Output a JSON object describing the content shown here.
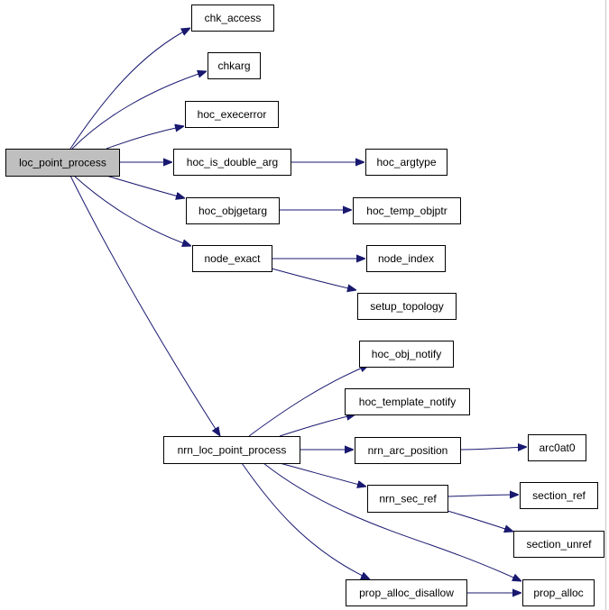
{
  "graph": {
    "root": "loc_point_process",
    "nodes": [
      {
        "id": "loc_point_process",
        "label": "loc_point_process",
        "highlight": true
      },
      {
        "id": "chk_access",
        "label": "chk_access"
      },
      {
        "id": "chkarg",
        "label": "chkarg"
      },
      {
        "id": "hoc_execerror",
        "label": "hoc_execerror"
      },
      {
        "id": "hoc_is_double_arg",
        "label": "hoc_is_double_arg"
      },
      {
        "id": "hoc_objgetarg",
        "label": "hoc_objgetarg"
      },
      {
        "id": "node_exact",
        "label": "node_exact"
      },
      {
        "id": "nrn_loc_point_process",
        "label": "nrn_loc_point_process"
      },
      {
        "id": "hoc_argtype",
        "label": "hoc_argtype"
      },
      {
        "id": "hoc_temp_objptr",
        "label": "hoc_temp_objptr"
      },
      {
        "id": "node_index",
        "label": "node_index"
      },
      {
        "id": "setup_topology",
        "label": "setup_topology"
      },
      {
        "id": "hoc_obj_notify",
        "label": "hoc_obj_notify"
      },
      {
        "id": "hoc_template_notify",
        "label": "hoc_template_notify"
      },
      {
        "id": "nrn_arc_position",
        "label": "nrn_arc_position"
      },
      {
        "id": "nrn_sec_ref",
        "label": "nrn_sec_ref"
      },
      {
        "id": "prop_alloc_disallow",
        "label": "prop_alloc_disallow"
      },
      {
        "id": "arc0at0",
        "label": "arc0at0"
      },
      {
        "id": "section_ref",
        "label": "section_ref"
      },
      {
        "id": "section_unref",
        "label": "section_unref"
      },
      {
        "id": "prop_alloc",
        "label": "prop_alloc"
      }
    ],
    "edges": [
      {
        "from": "loc_point_process",
        "to": "chk_access"
      },
      {
        "from": "loc_point_process",
        "to": "chkarg"
      },
      {
        "from": "loc_point_process",
        "to": "hoc_execerror"
      },
      {
        "from": "loc_point_process",
        "to": "hoc_is_double_arg"
      },
      {
        "from": "loc_point_process",
        "to": "hoc_objgetarg"
      },
      {
        "from": "loc_point_process",
        "to": "node_exact"
      },
      {
        "from": "loc_point_process",
        "to": "nrn_loc_point_process"
      },
      {
        "from": "hoc_is_double_arg",
        "to": "hoc_argtype"
      },
      {
        "from": "hoc_objgetarg",
        "to": "hoc_temp_objptr"
      },
      {
        "from": "node_exact",
        "to": "node_index"
      },
      {
        "from": "node_exact",
        "to": "setup_topology"
      },
      {
        "from": "nrn_loc_point_process",
        "to": "hoc_obj_notify"
      },
      {
        "from": "nrn_loc_point_process",
        "to": "hoc_template_notify"
      },
      {
        "from": "nrn_loc_point_process",
        "to": "nrn_arc_position"
      },
      {
        "from": "nrn_loc_point_process",
        "to": "nrn_sec_ref"
      },
      {
        "from": "nrn_loc_point_process",
        "to": "prop_alloc"
      },
      {
        "from": "nrn_loc_point_process",
        "to": "prop_alloc_disallow"
      },
      {
        "from": "nrn_arc_position",
        "to": "arc0at0"
      },
      {
        "from": "nrn_sec_ref",
        "to": "section_ref"
      },
      {
        "from": "nrn_sec_ref",
        "to": "section_unref"
      },
      {
        "from": "prop_alloc_disallow",
        "to": "prop_alloc"
      }
    ],
    "colors": {
      "edge": "#191970",
      "root_fill": "#bfbfbf",
      "node_fill": "#ffffff",
      "node_border": "#000000"
    }
  }
}
